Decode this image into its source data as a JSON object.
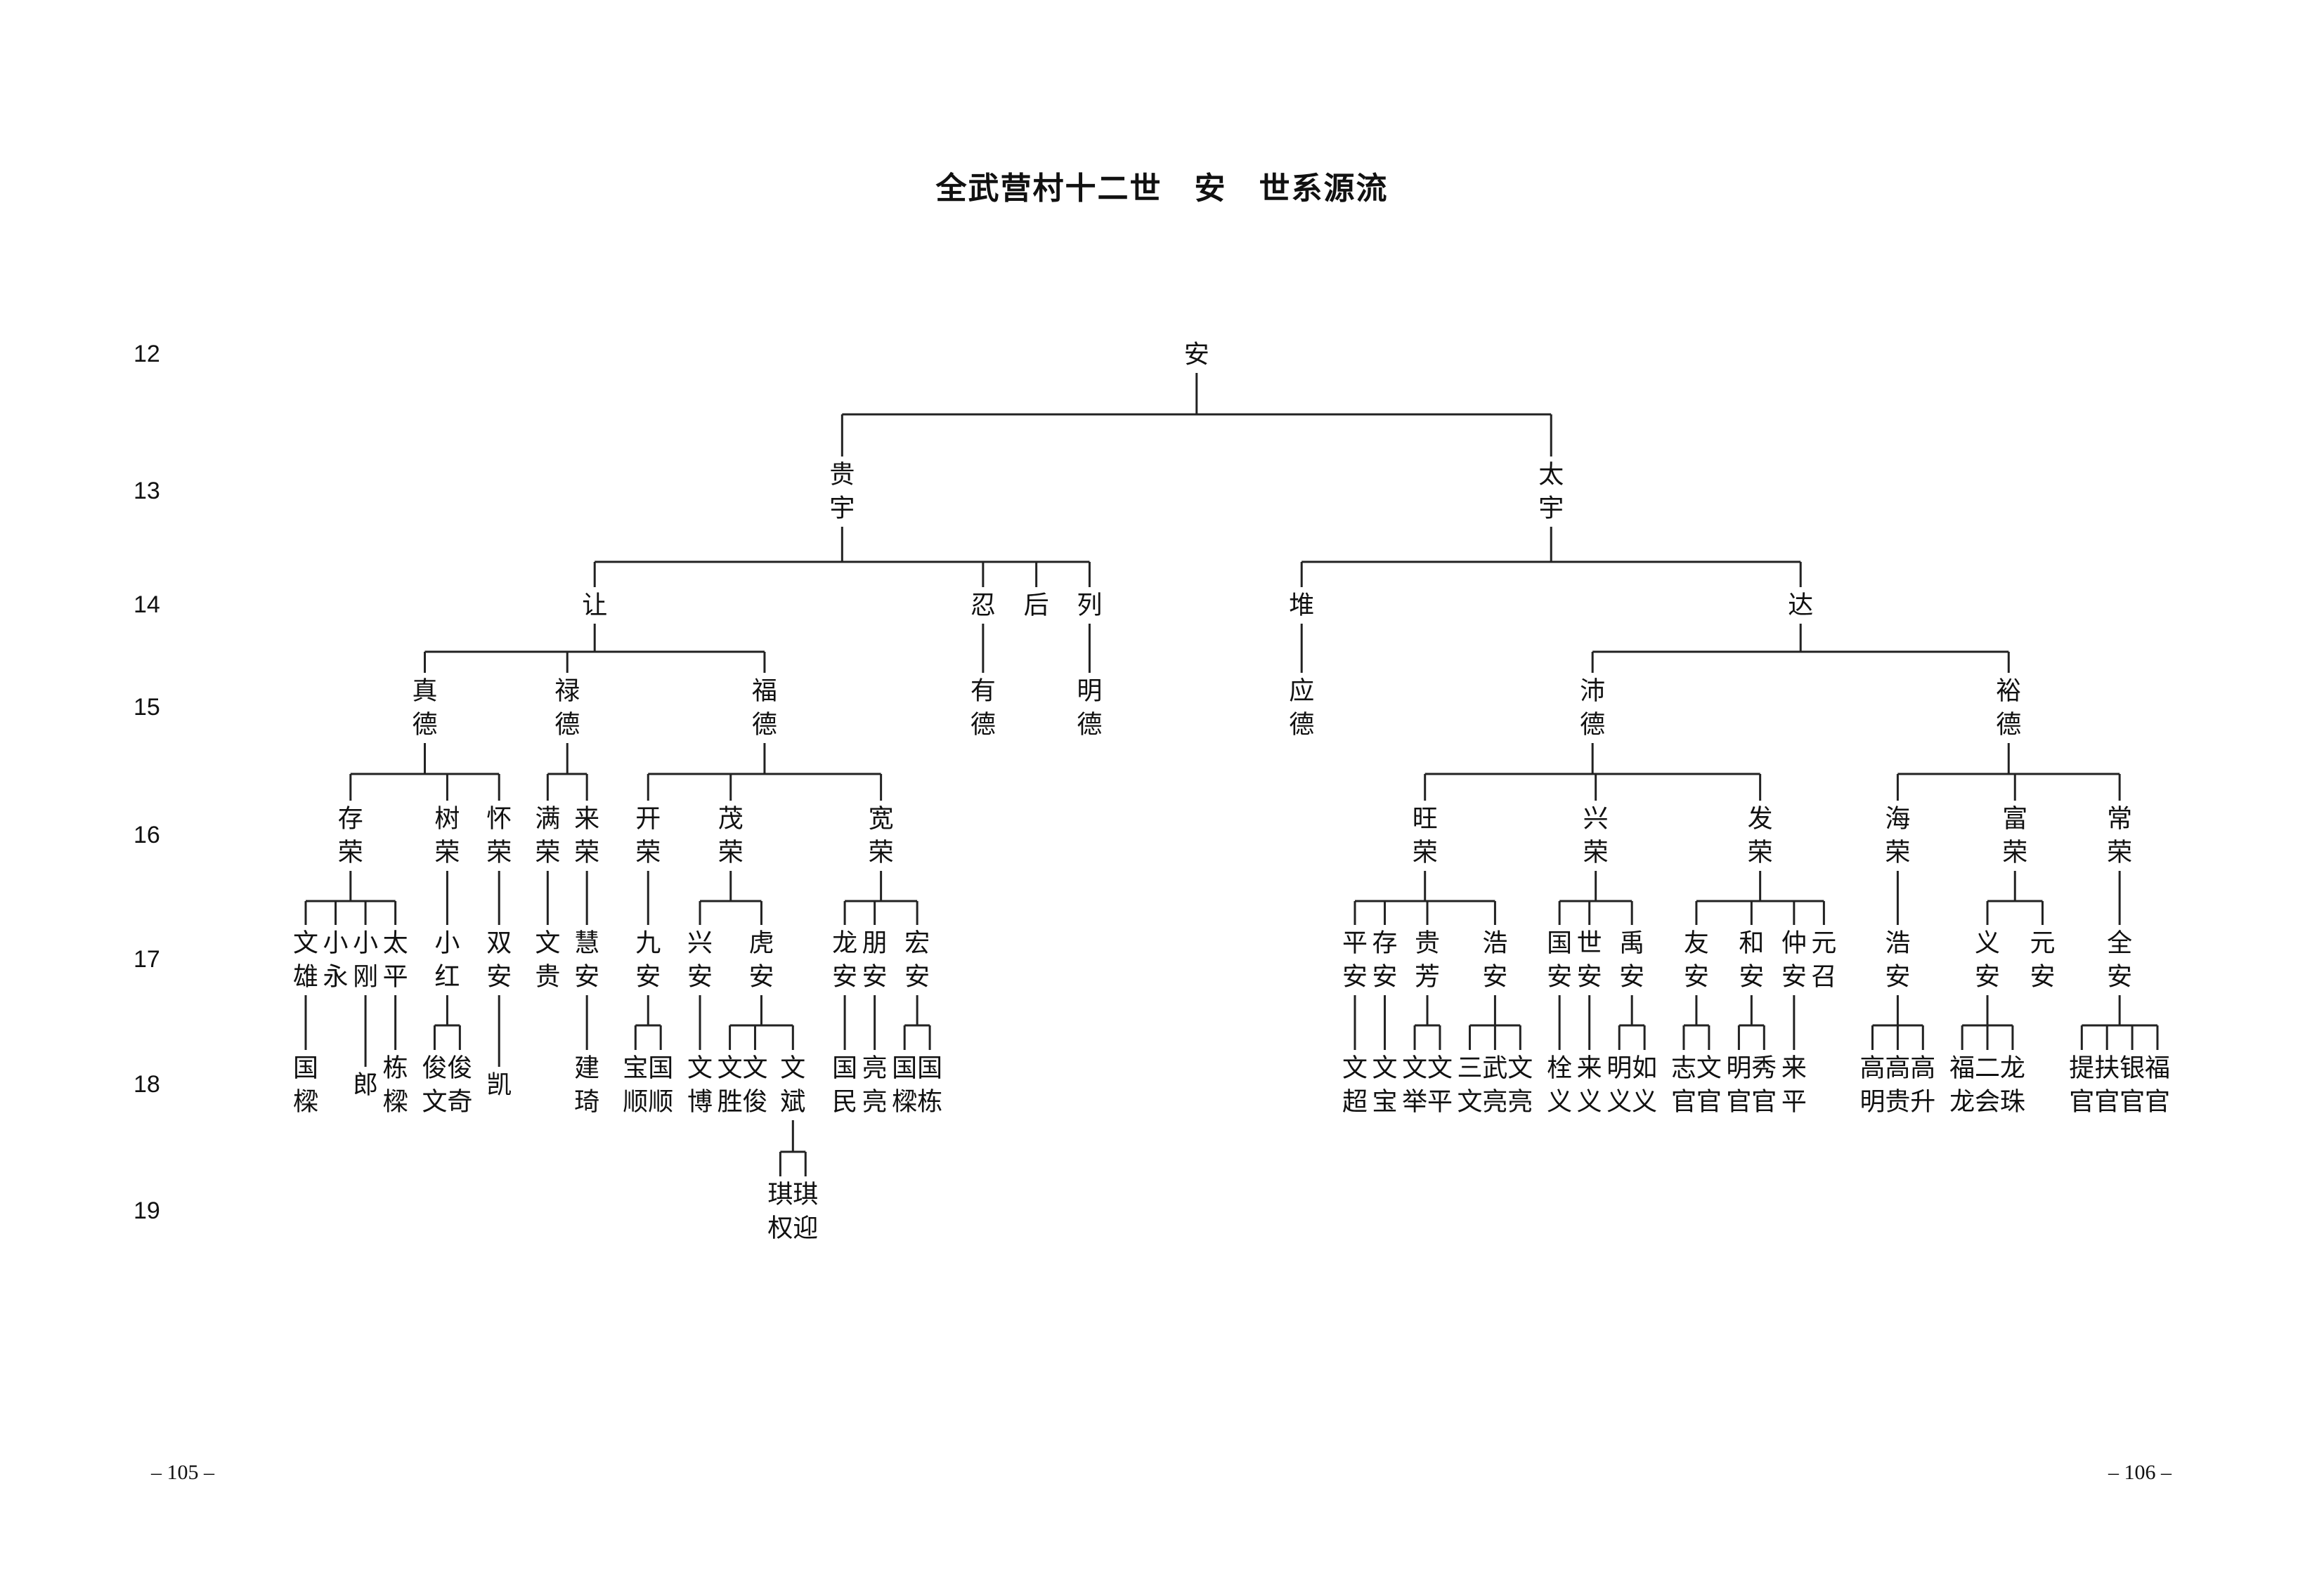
{
  "title": "全武营村十二世　安　世系源流",
  "generations": [
    "12",
    "13",
    "14",
    "15",
    "16",
    "17",
    "18",
    "19"
  ],
  "page_numbers": {
    "left": "– 105 –",
    "right": "– 106 –"
  },
  "tree": {
    "name": "安",
    "children": [
      {
        "name": "贵宇",
        "children": [
          {
            "name": "让",
            "children": [
              {
                "name": "真德",
                "children": [
                  {
                    "name": "存荣",
                    "children": [
                      {
                        "name": "文雄",
                        "children": [
                          {
                            "name": "国樑"
                          }
                        ]
                      },
                      {
                        "name": "小永"
                      },
                      {
                        "name": "小刚",
                        "children": [
                          {
                            "name": "郎"
                          }
                        ]
                      },
                      {
                        "name": "太平",
                        "children": [
                          {
                            "name": "栋樑"
                          }
                        ]
                      }
                    ]
                  },
                  {
                    "name": "树荣",
                    "children": [
                      {
                        "name": "小红",
                        "children": [
                          {
                            "name": "俊文"
                          },
                          {
                            "name": "俊奇"
                          }
                        ]
                      }
                    ]
                  },
                  {
                    "name": "怀荣",
                    "children": [
                      {
                        "name": "双安",
                        "children": [
                          {
                            "name": "凯"
                          }
                        ]
                      }
                    ]
                  }
                ]
              },
              {
                "name": "禄德",
                "children": [
                  {
                    "name": "满荣",
                    "children": [
                      {
                        "name": "文贵"
                      }
                    ]
                  },
                  {
                    "name": "来荣",
                    "children": [
                      {
                        "name": "慧安",
                        "children": [
                          {
                            "name": "建琦"
                          }
                        ]
                      }
                    ]
                  }
                ]
              },
              {
                "name": "福德",
                "children": [
                  {
                    "name": "开荣",
                    "children": [
                      {
                        "name": "九安",
                        "children": [
                          {
                            "name": "宝顺"
                          },
                          {
                            "name": "国顺"
                          }
                        ]
                      }
                    ]
                  },
                  {
                    "name": "茂荣",
                    "children": [
                      {
                        "name": "兴安",
                        "children": [
                          {
                            "name": "文博"
                          }
                        ]
                      },
                      {
                        "name": "虎安",
                        "children": [
                          {
                            "name": "文胜"
                          },
                          {
                            "name": "文俊"
                          },
                          {
                            "name": "文斌",
                            "children": [
                              {
                                "name": "琪权"
                              },
                              {
                                "name": "琪迎"
                              }
                            ]
                          }
                        ]
                      }
                    ]
                  },
                  {
                    "name": "宽荣",
                    "children": [
                      {
                        "name": "龙安",
                        "children": [
                          {
                            "name": "国民"
                          }
                        ]
                      },
                      {
                        "name": "朋安",
                        "children": [
                          {
                            "name": "亮亮"
                          }
                        ]
                      },
                      {
                        "name": "宏安",
                        "children": [
                          {
                            "name": "国樑"
                          },
                          {
                            "name": "国栋"
                          }
                        ]
                      }
                    ]
                  }
                ]
              }
            ]
          },
          {
            "name": "忍",
            "children": [
              {
                "name": "有德"
              }
            ]
          },
          {
            "name": "后"
          },
          {
            "name": "列",
            "children": [
              {
                "name": "明德"
              }
            ]
          }
        ]
      },
      {
        "name": "太宇",
        "children": [
          {
            "name": "堆",
            "children": [
              {
                "name": "应德"
              }
            ]
          },
          {
            "name": "达",
            "children": [
              {
                "name": "沛德",
                "children": [
                  {
                    "name": "旺荣",
                    "children": [
                      {
                        "name": "平安",
                        "children": [
                          {
                            "name": "文超"
                          }
                        ]
                      },
                      {
                        "name": "存安",
                        "children": [
                          {
                            "name": "文宝"
                          }
                        ]
                      },
                      {
                        "name": "贵芳",
                        "children": [
                          {
                            "name": "文举"
                          },
                          {
                            "name": "文平"
                          }
                        ]
                      },
                      {
                        "name": "浩安",
                        "children": [
                          {
                            "name": "三文"
                          },
                          {
                            "name": "武亮"
                          },
                          {
                            "name": "文亮"
                          }
                        ]
                      }
                    ]
                  },
                  {
                    "name": "兴荣",
                    "children": [
                      {
                        "name": "国安",
                        "children": [
                          {
                            "name": "栓义"
                          }
                        ]
                      },
                      {
                        "name": "世安",
                        "children": [
                          {
                            "name": "来义"
                          }
                        ]
                      },
                      {
                        "name": "禹安",
                        "children": [
                          {
                            "name": "明义"
                          },
                          {
                            "name": "如义"
                          }
                        ]
                      }
                    ]
                  },
                  {
                    "name": "发荣",
                    "children": [
                      {
                        "name": "友安",
                        "children": [
                          {
                            "name": "志官"
                          },
                          {
                            "name": "文官"
                          }
                        ]
                      },
                      {
                        "name": "和安",
                        "children": [
                          {
                            "name": "明官"
                          },
                          {
                            "name": "秀官"
                          }
                        ]
                      },
                      {
                        "name": "仲安",
                        "children": [
                          {
                            "name": "来平"
                          }
                        ]
                      },
                      {
                        "name": "元召"
                      }
                    ]
                  }
                ]
              },
              {
                "name": "裕德",
                "children": [
                  {
                    "name": "海荣",
                    "children": [
                      {
                        "name": "浩安",
                        "children": [
                          {
                            "name": "高明"
                          },
                          {
                            "name": "高贵"
                          },
                          {
                            "name": "高升"
                          }
                        ]
                      }
                    ]
                  },
                  {
                    "name": "富荣",
                    "children": [
                      {
                        "name": "义安",
                        "children": [
                          {
                            "name": "福龙"
                          },
                          {
                            "name": "二会"
                          },
                          {
                            "name": "龙珠"
                          }
                        ]
                      },
                      {
                        "name": "元安"
                      }
                    ]
                  },
                  {
                    "name": "常荣",
                    "children": [
                      {
                        "name": "全安",
                        "children": [
                          {
                            "name": "提官"
                          },
                          {
                            "name": "扶官"
                          },
                          {
                            "name": "银官"
                          },
                          {
                            "name": "福官"
                          }
                        ]
                      }
                    ]
                  }
                ]
              }
            ]
          }
        ]
      }
    ]
  }
}
